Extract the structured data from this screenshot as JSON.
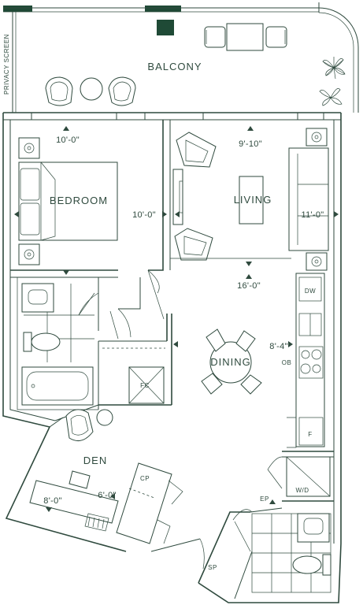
{
  "rooms": {
    "balcony": "BALCONY",
    "bedroom": "BEDROOM",
    "living": "LIVING",
    "dining": "DINING",
    "den": "DEN"
  },
  "labels": {
    "privacy_screen": "PRIVACY SCREEN",
    "dw": "DW",
    "ob": "OB",
    "f": "F",
    "wd": "W/D",
    "ep": "EP",
    "cp": "CP",
    "fc": "FC",
    "sp": "SP"
  },
  "dimensions": {
    "bedroom_width": "10'-0\"",
    "bedroom_depth": "10'-0\"",
    "living_width": "9'-10\"",
    "living_depth": "11'-0\"",
    "living_dining_length": "16'-0\"",
    "dining_width": "8'-4\"",
    "den_width": "8'-0\"",
    "den_depth": "6'-0\""
  }
}
